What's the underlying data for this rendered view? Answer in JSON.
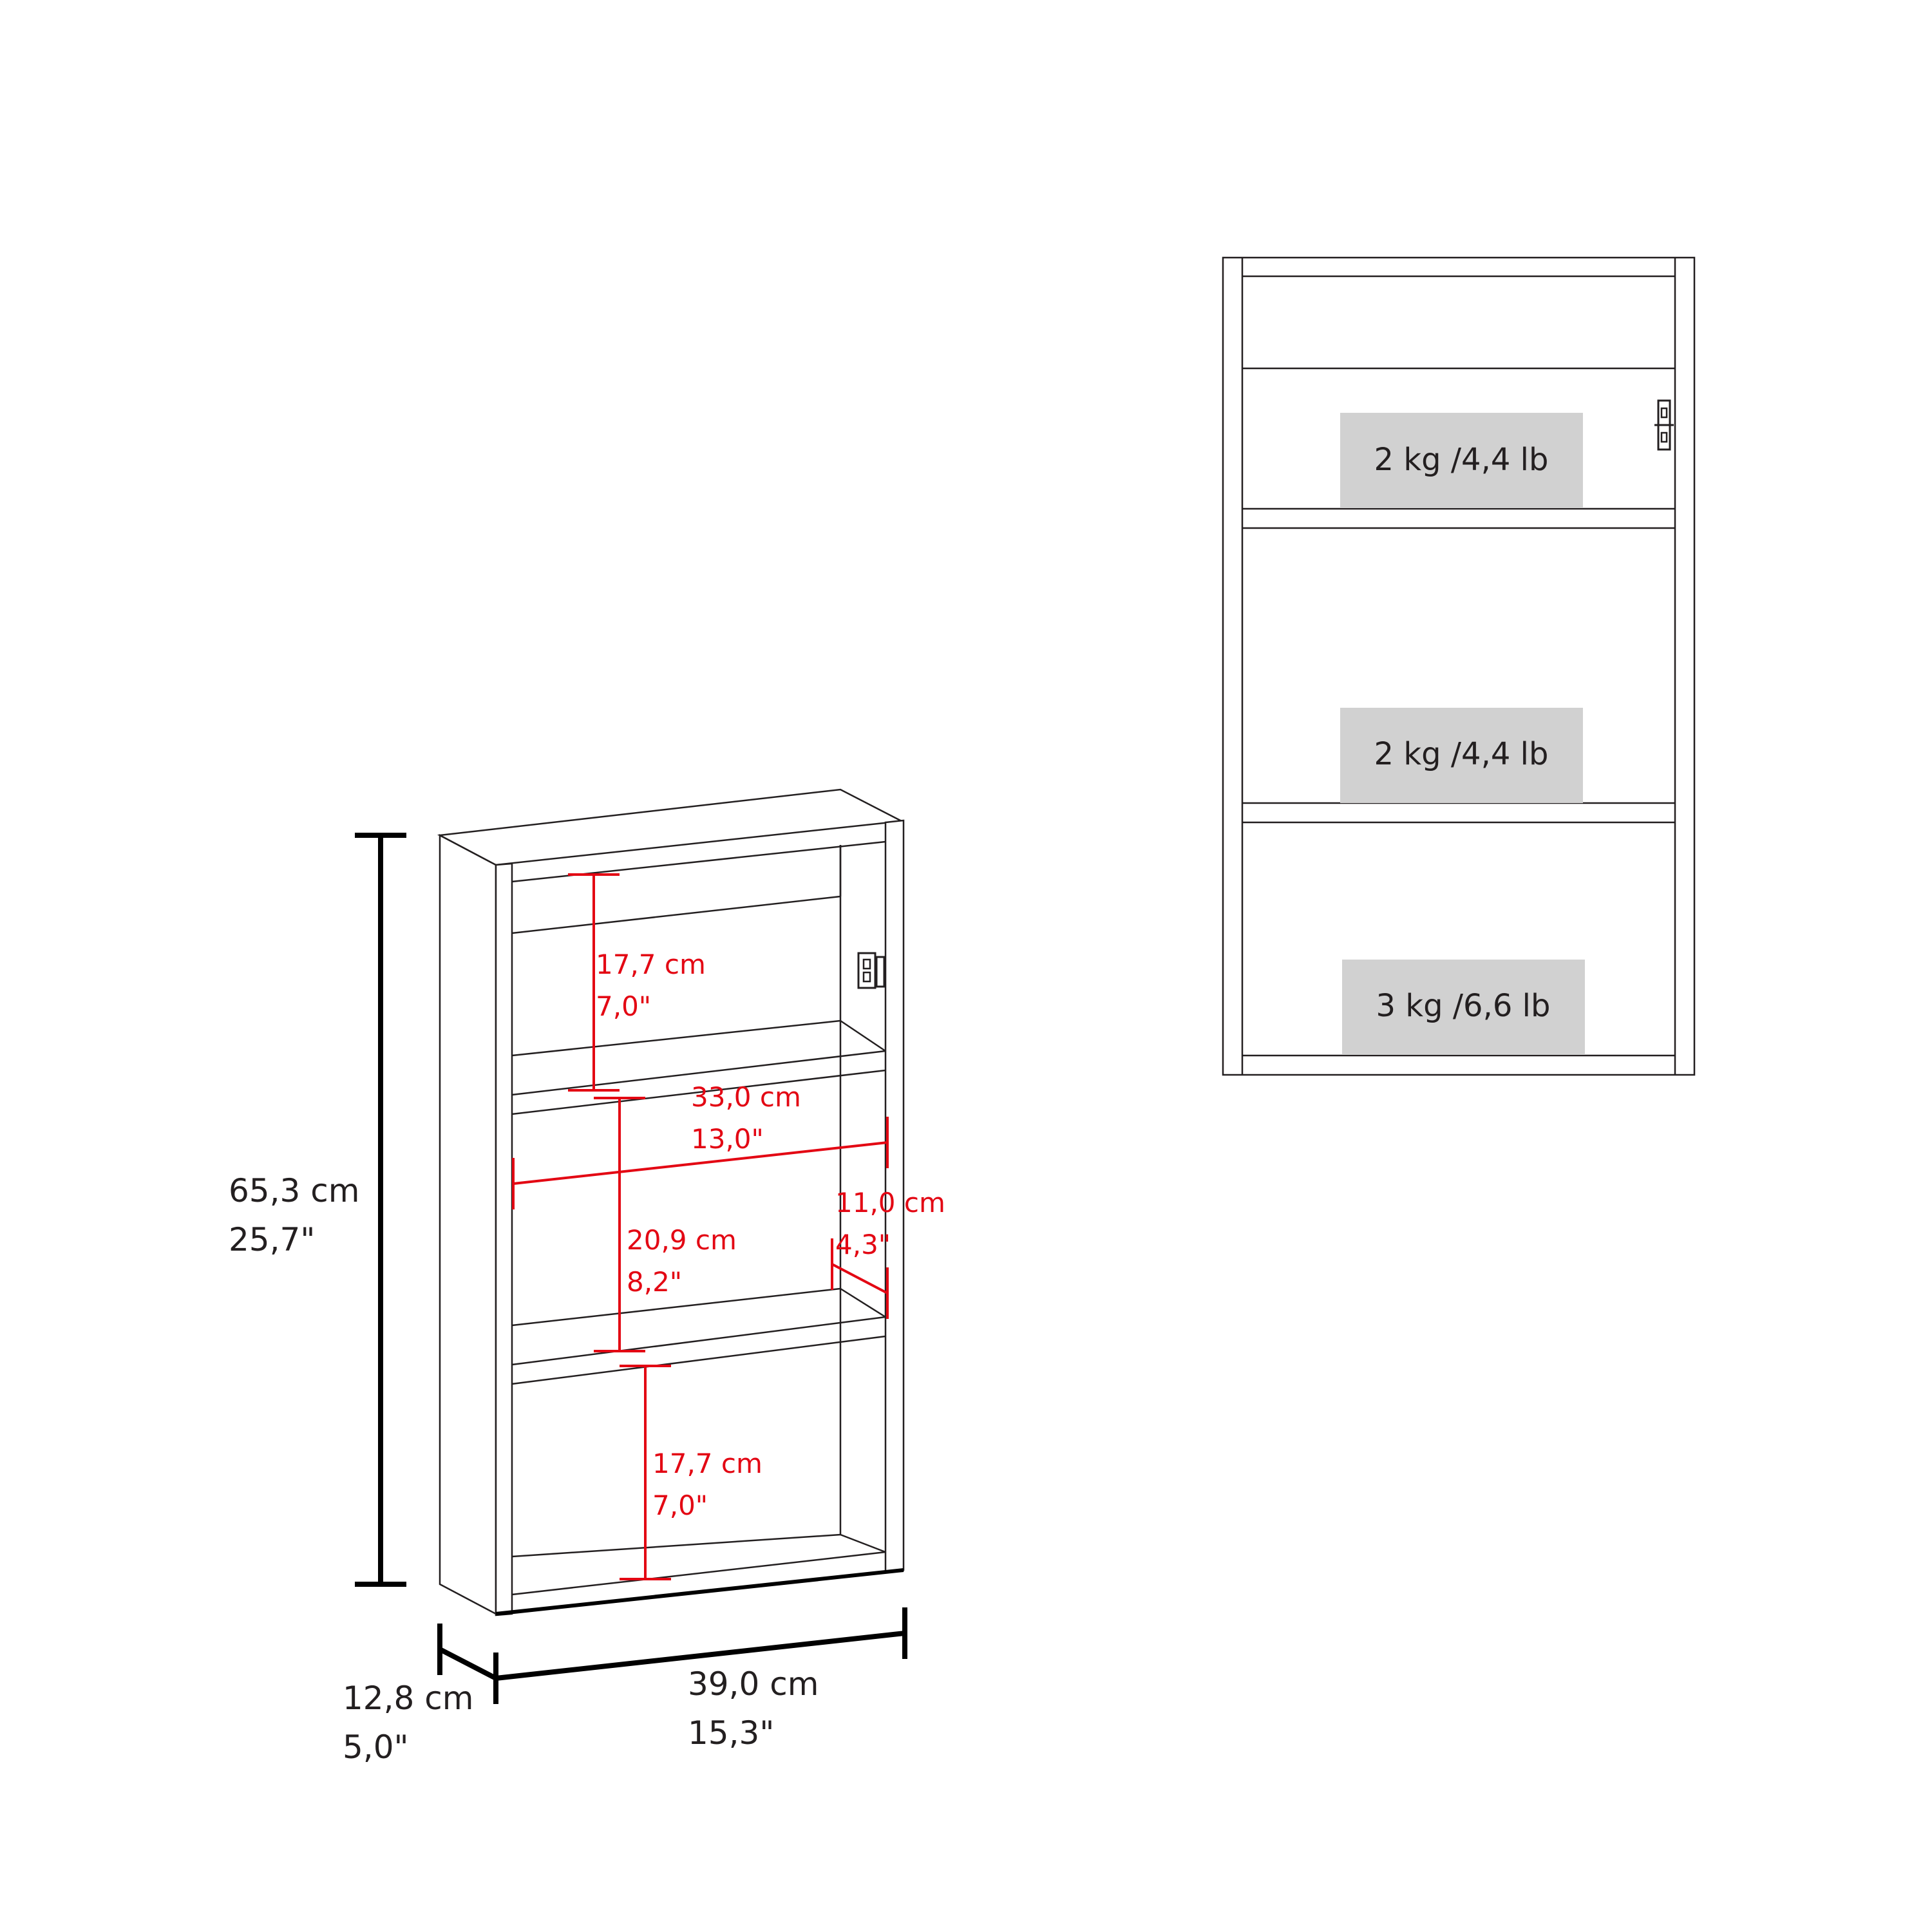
{
  "dimensions": {
    "height_cm": "65,3 cm",
    "height_in": "25,7\"",
    "depth_cm": "12,8 cm",
    "depth_in": "5,0\"",
    "width_cm": "39,0 cm",
    "width_in": "15,3\""
  },
  "interior": {
    "top_shelf_cm": "17,7 cm",
    "top_shelf_in": "7,0\"",
    "inner_width_cm": "33,0 cm",
    "inner_width_in": "13,0\"",
    "middle_shelf_cm": "20,9 cm",
    "middle_shelf_in": "8,2\"",
    "shelf_depth_cm": "11,0 cm",
    "shelf_depth_in": "4,3\"",
    "bottom_shelf_cm": "17,7 cm",
    "bottom_shelf_in": "7,0\""
  },
  "weights": [
    "2 kg /4,4 lb",
    "2 kg /4,4 lb",
    "3 kg /6,6 lb"
  ],
  "colors": {
    "lines": "#231f20",
    "dimension_red": "#e30613",
    "weight_box": "#d1d1d1"
  }
}
